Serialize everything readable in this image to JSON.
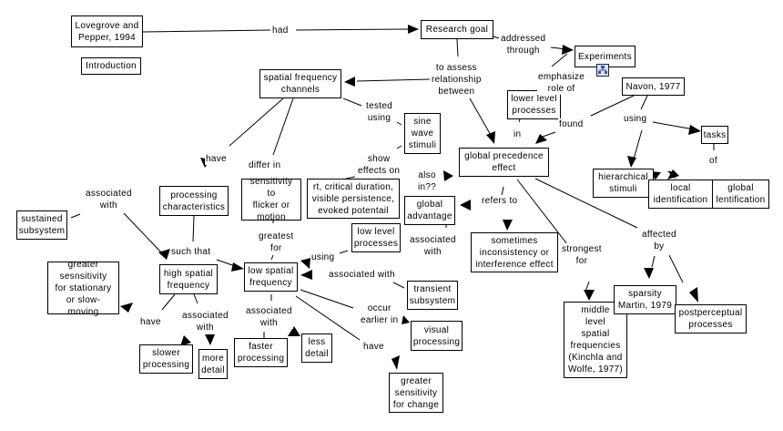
{
  "concept_map": {
    "concepts": {
      "lovegrove": "Lovegrove and\nPepper, 1994",
      "introduction": "Introduction",
      "research_goal": "Research goal",
      "experiments": "Experiments",
      "spatial_channels": "spatial frequency\nchannels",
      "navon": "Navon, 1977",
      "lower_level": "lower level\nprocesses",
      "sine_wave": "sine\nwave\nstimuli",
      "tasks": "tasks",
      "global_precedence": "global precedence\neffect",
      "hierarchical": "hierarchical\nstimuli",
      "local_id": "local\nidentification",
      "global_id": "global\nlentification",
      "processing_char": "processing\ncharacteristics",
      "sensitivity_flicker": "sensitivity to\nflicker or\nmotion",
      "rt_critical": "rt, critical duration,\nvisible persistence,\nevoked potentail",
      "global_advantage": "global\nadvantage",
      "sustained": "sustained\nsubsystem",
      "low_level": "low level\nprocesses",
      "sometimes": "sometimes\ninconsistency or\ninterference effect",
      "greater_stationary": "greater\nsesnsitivity\nfor stationary\nor slow-moving",
      "high_spatial": "high spatial\nfrequency",
      "low_spatial": "low spatial\nfrequency",
      "transient": "transient\nsubsystem",
      "middle_level": "middle\nlevel\nspatial\nfrequencies\n(Kinchla and\nWolfe, 1977)",
      "sparsity": "sparsity\nMartin, 1979",
      "postperceptual": "postperceptual\nprocesses",
      "visual_processing": "visual\nprocessing",
      "slower": "slower\nprocessing",
      "more_detail": "more\ndetail",
      "faster": "faster\nprocessing",
      "less_detail": "less\ndetail",
      "greater_change": "greater\nsensitivity\nfor change"
    },
    "links": {
      "had": "had",
      "addressed_through": "addressed\nthrough",
      "to_assess": "to assess\nrelationship\nbetween",
      "emphasize": "emphasize\nrole of",
      "tested_using": "tested\nusing",
      "found": "found",
      "in": "in",
      "using_navon": "using",
      "of": "of",
      "have_top": "have",
      "differ_in": "differ in",
      "show_effects": "show\neffects on",
      "also_in": "also\nin??",
      "refers_to": "refers to",
      "associated_with_sustained": "associated\nwith",
      "such_that": "such that",
      "greatest_for": "greatest\nfor",
      "using_low": "using",
      "associated_with_global": "associated\nwith",
      "associated_with_transient": "associated with",
      "strongest_for": "strongest\nfor",
      "affected_by": "affected\nby",
      "have_high": "have",
      "associated_with_high": "associated\nwith",
      "associated_with_low": "associated\nwith",
      "occur_earlier": "occur\nearlier in",
      "have_low": "have"
    },
    "icons": {
      "experiments_submap": "submap-icon"
    }
  }
}
